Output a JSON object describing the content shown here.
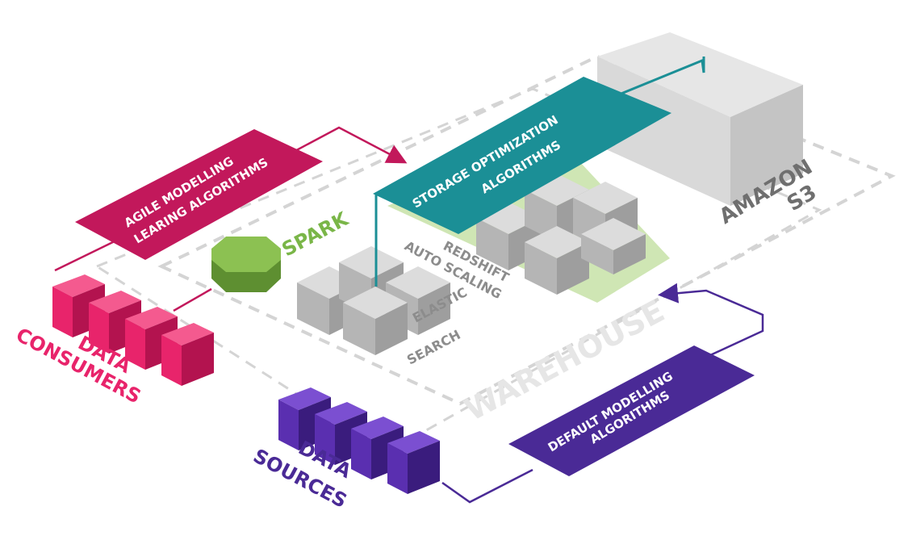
{
  "diagram": {
    "warehouse_label": "WAREHOUSE",
    "spark_label": "SPARK",
    "amazon_s3": {
      "line1": "AMAZON",
      "line2": "S3"
    },
    "redshift": {
      "line1": "REDSHIFT",
      "line2": "AUTO SCALING"
    },
    "elastic_search": {
      "line1": "ELASTIC",
      "line2": "SEARCH"
    },
    "storage_banner": {
      "line1": "STORAGE OPTIMIZATION",
      "line2": "ALGORITHMS"
    },
    "agile_banner": {
      "line1": "AGILE MODELLING",
      "line2": "LEARING ALGORITHMS"
    },
    "default_banner": {
      "line1": "DEFAULT MODELLING",
      "line2": "ALGORITHMS"
    },
    "data_consumers": {
      "line1": "DATA",
      "line2": "CONSUMERS"
    },
    "data_sources": {
      "line1": "DATA",
      "line2": "SOURCES"
    }
  },
  "colors": {
    "magenta": "#c2185b",
    "magenta_cube": "#e8246b",
    "teal": "#1b8f96",
    "purple": "#4a2a96",
    "purple_cube": "#5a2fb0",
    "spark_green": "#7ab648",
    "grey_cube": "#c9c9c9",
    "dashed": "#d4d4d4"
  }
}
